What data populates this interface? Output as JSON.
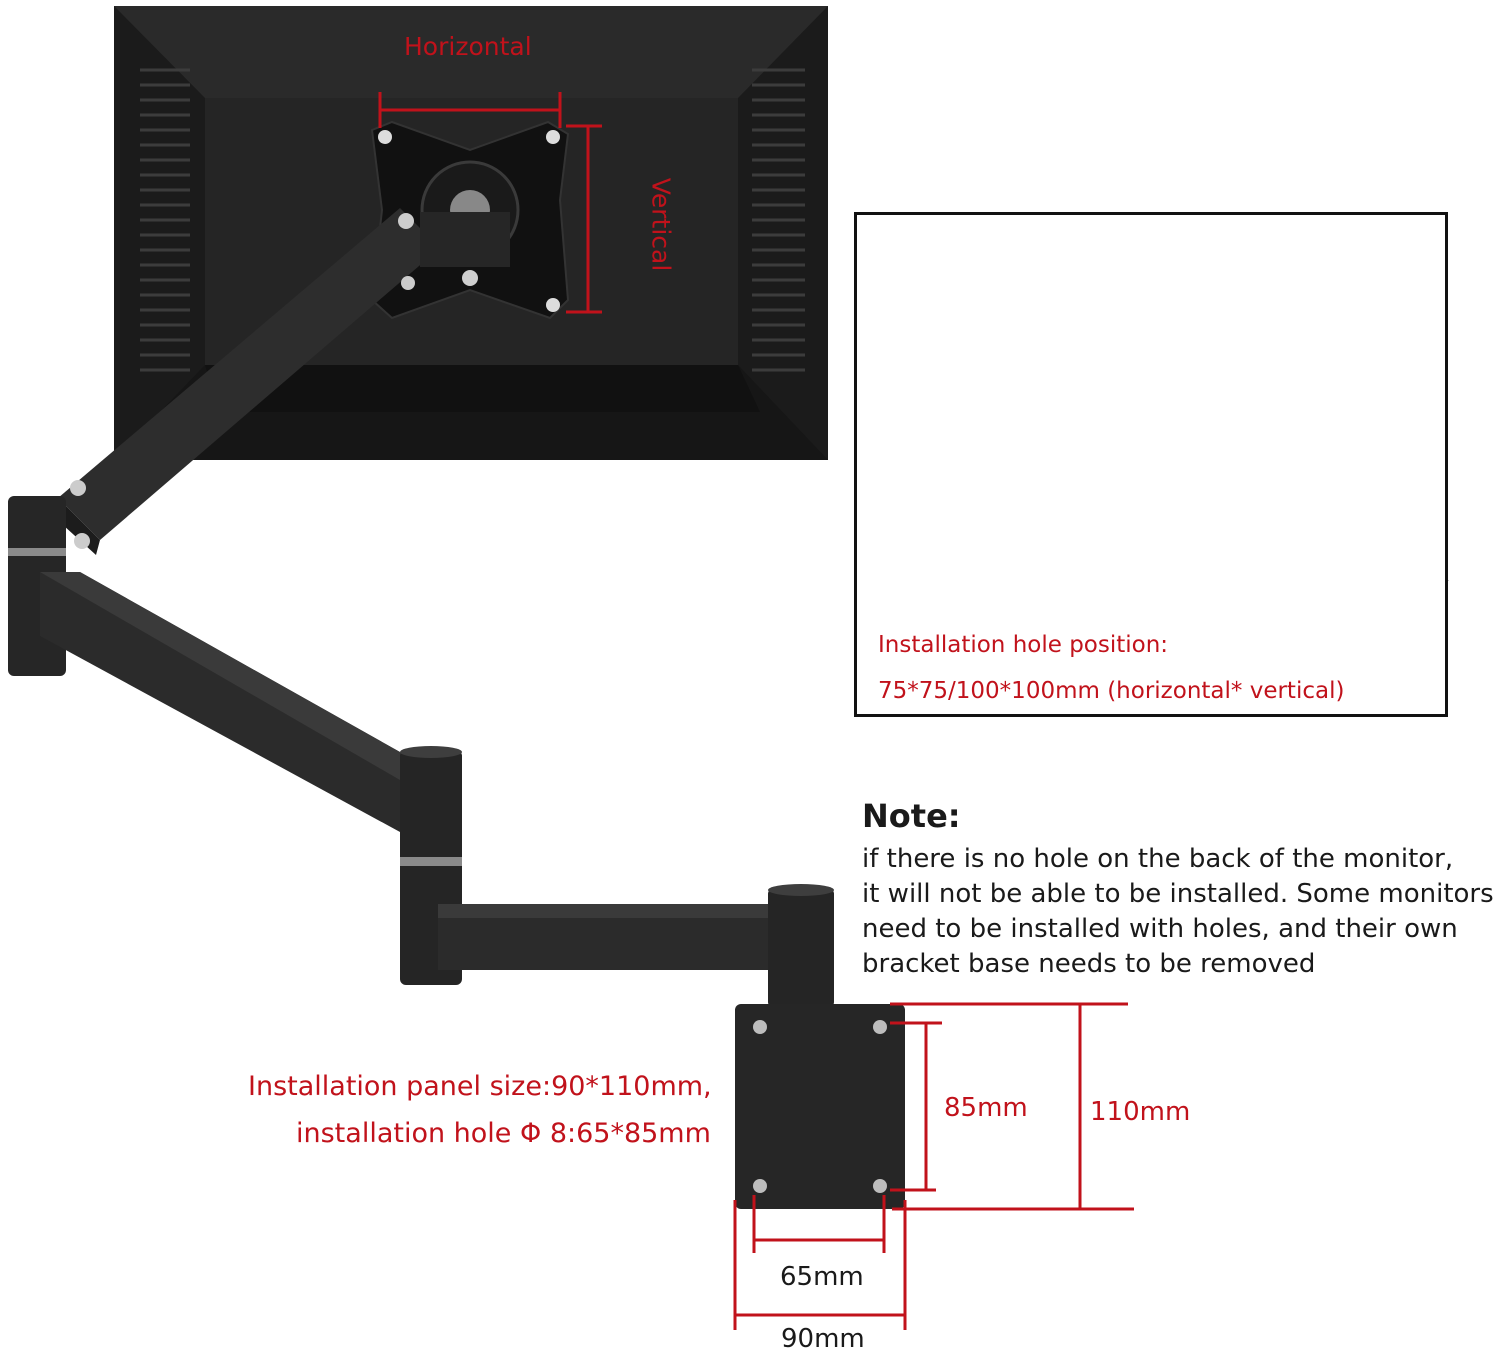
{
  "labels": {
    "horizontal": "Horizontal",
    "vertical": "Vertical"
  },
  "inset": {
    "line1": "Installation hole position:",
    "line2": "75*75/100*100mm (horizontal* vertical)"
  },
  "note": {
    "heading": "Note:",
    "lines": [
      "if there is no hole on the back of the monitor,",
      "it will not be able to be installed. Some monitors",
      "need to be installed with holes, and their own",
      "bracket base needs to be removed"
    ]
  },
  "panel_spec": {
    "line1": "Installation panel size:90*110mm,",
    "line2": "installation hole Φ 8:65*85mm"
  },
  "dimensions": {
    "hole_vertical": "85mm",
    "panel_height": "110mm",
    "hole_horizontal": "65mm",
    "panel_width": "90mm"
  },
  "colors": {
    "annotation_red": "#c1121b",
    "arm_black": "#2b2b2b",
    "monitor_black": "#1e1e1e"
  }
}
